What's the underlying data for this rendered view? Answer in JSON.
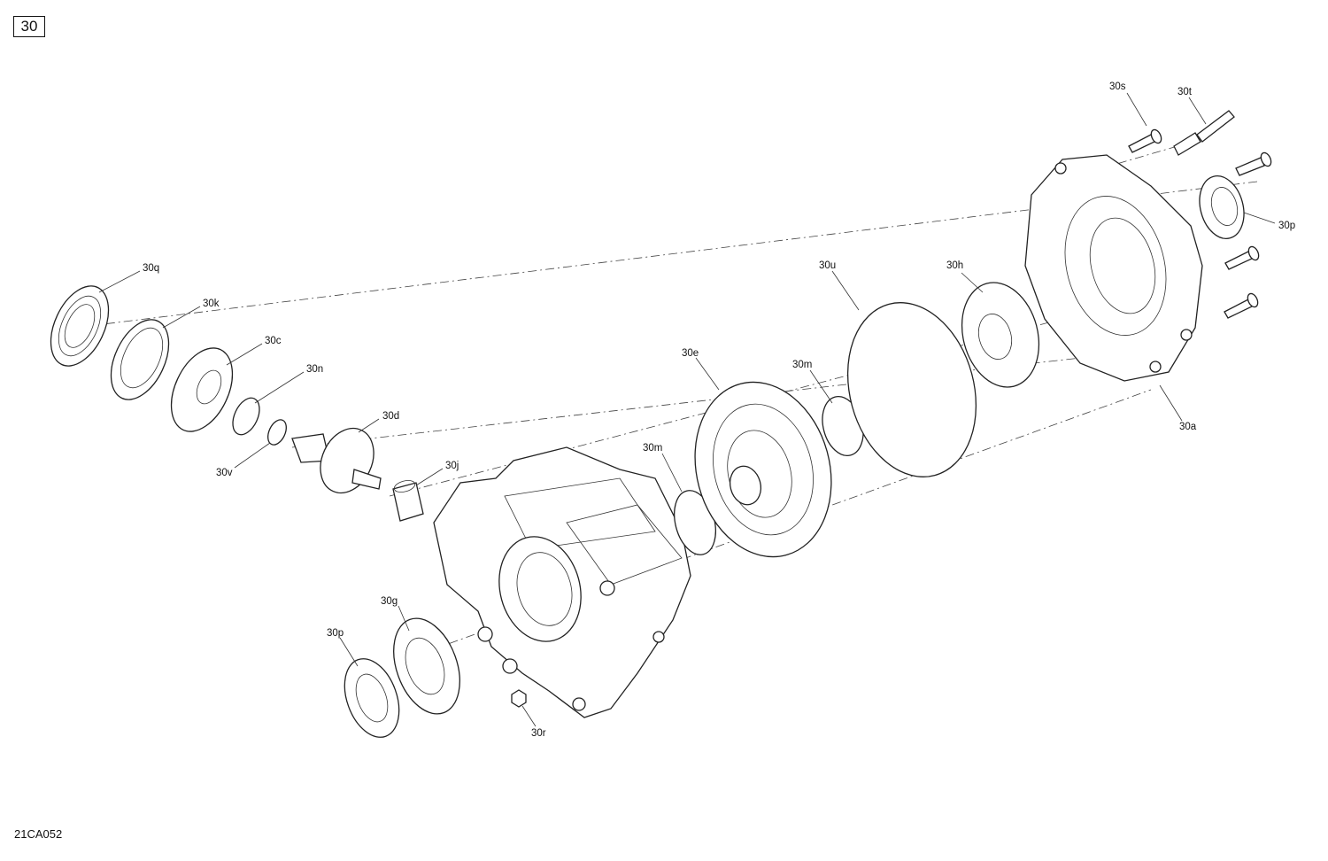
{
  "page_number": "30",
  "drawing_code": "21CA052",
  "callouts": {
    "c30s": "30s",
    "c30t": "30t",
    "c30p_right": "30p",
    "c30a": "30a",
    "c30h": "30h",
    "c30u": "30u",
    "c30m_right": "30m",
    "c30e": "30e",
    "c30m_left": "30m",
    "c30q": "30q",
    "c30k": "30k",
    "c30c": "30c",
    "c30n": "30n",
    "c30d": "30d",
    "c30v": "30v",
    "c30j": "30j",
    "c30g": "30g",
    "c30p_left": "30p",
    "c30r": "30r"
  }
}
